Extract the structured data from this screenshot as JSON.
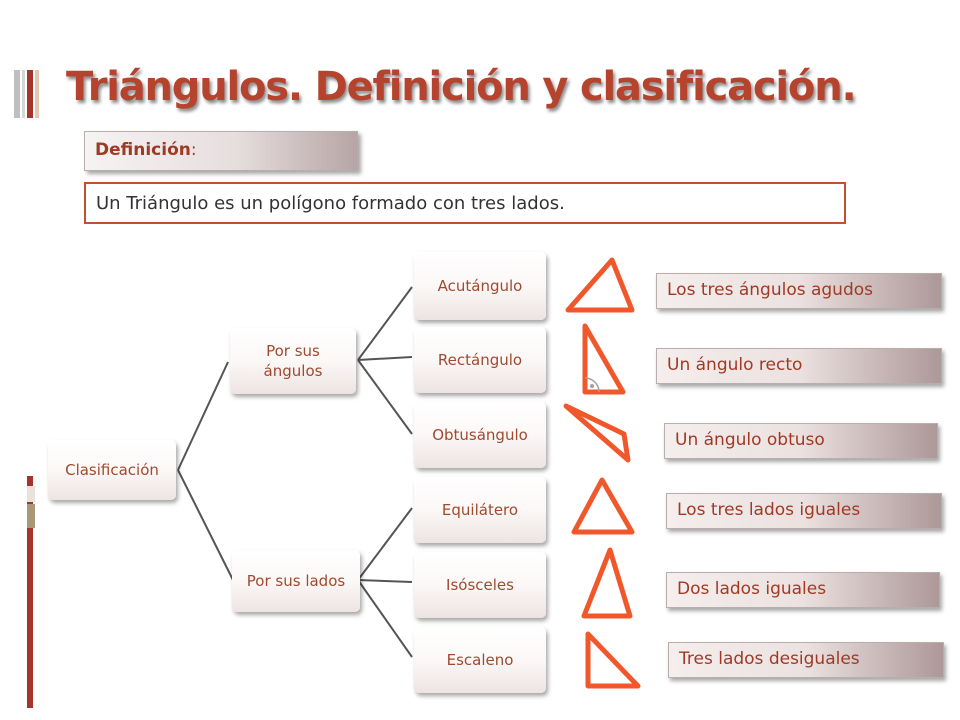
{
  "title": "Triángulos. Definición y clasificación.",
  "definition": {
    "label": "Definición",
    "colon": ":",
    "text": "Un Triángulo es un polígono formado con tres lados."
  },
  "tree": {
    "root": "Clasificación",
    "by_angles": {
      "label": "Por sus ángulos",
      "items": [
        {
          "name": "Acutángulo",
          "description": "Los tres ángulos agudos"
        },
        {
          "name": "Rectángulo",
          "description": "Un ángulo recto"
        },
        {
          "name": "Obtusángulo",
          "description": "Un ángulo obtuso"
        }
      ]
    },
    "by_sides": {
      "label": "Por sus lados",
      "items": [
        {
          "name": "Equilátero",
          "description": "Los tres lados iguales"
        },
        {
          "name": "Isósceles",
          "description": "Dos lados iguales"
        },
        {
          "name": "Escaleno",
          "description": "Tres lados desiguales"
        }
      ]
    }
  },
  "colors": {
    "accent": "#b5432d",
    "triangle_stroke": "#f0582c",
    "connector": "#555555"
  },
  "icons": [
    "acute-triangle-icon",
    "right-triangle-icon",
    "obtuse-triangle-icon",
    "equilateral-triangle-icon",
    "isosceles-triangle-icon",
    "scalene-triangle-icon"
  ]
}
